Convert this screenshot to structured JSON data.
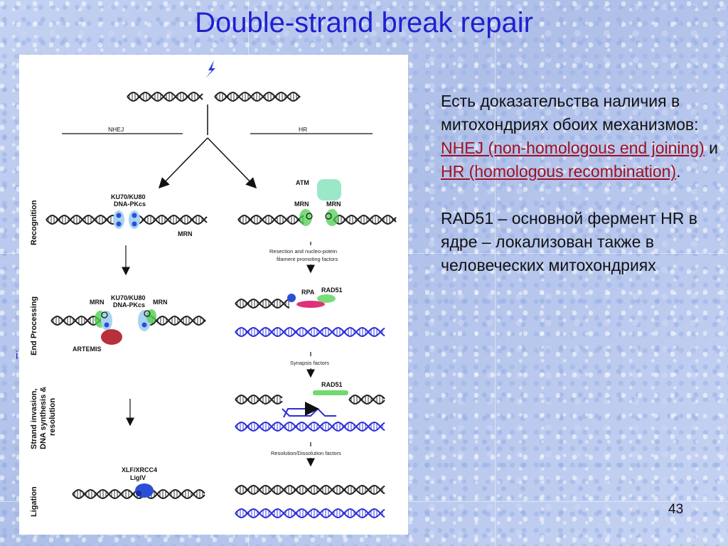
{
  "slide": {
    "title": "Double-strand break repair",
    "page_number": "43",
    "stray_mark": "i",
    "body": {
      "p1_intro": "Есть доказательства наличия в митохондриях обоих механизмов: ",
      "p1_link1": "NHEJ (non-homologous end joining)",
      "p1_mid": " и ",
      "p1_link2": "HR (homologous recombination)",
      "p1_end": ".",
      "p2": "RAD51 – основной фермент HR в ядре – локализован также в человеческих митохондриях"
    }
  },
  "diagram": {
    "pathway_labels": {
      "nhej": "NHEJ",
      "hr": "HR"
    },
    "row_labels": {
      "recognition": "Recognition",
      "end_processing": "End Processing",
      "strand_line1": "Strand invasion,",
      "strand_line2": "DNA synthesis &",
      "strand_line3": "resolution",
      "ligation": "Ligation"
    },
    "protein_labels": {
      "ku_line1": "KU70/KU80",
      "ku_line2": "DNA-PKcs",
      "mrn": "MRN",
      "atm": "ATM",
      "rpa": "RPA",
      "rad51": "RAD51",
      "artemis": "ARTEMIS",
      "xlf_line1": "XLF/XRCC4",
      "xlf_line2": "LigIV"
    },
    "step_labels": {
      "resection_line1": "Resection and nucleo-potein",
      "resection_line2": "filament promoting factors",
      "synapsis": "Synapsis factors",
      "resolution": "Resolution/Dissolution factors"
    },
    "colors": {
      "dna_black": "#222222",
      "dna_blue": "#2b2fd6",
      "ku_blue": "#2a4fd6",
      "ku_halo": "#a9d3f0",
      "mrn_green": "#4fcf4f",
      "atm_mint": "#9be8c8",
      "artemis_red": "#b8303a",
      "rpa_pink": "#e0307a",
      "lightning": "#2b3fd6"
    }
  }
}
